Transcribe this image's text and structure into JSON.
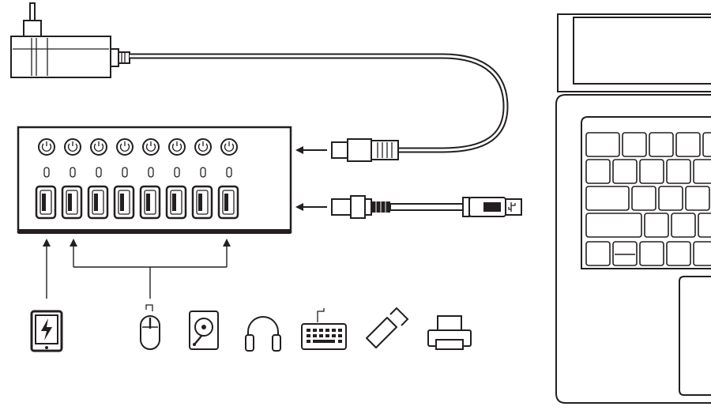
{
  "diagram": {
    "hub": {
      "port_count": 8,
      "power_buttons": 8,
      "indicator_leds": 8
    },
    "icons": {
      "power_adapter": "wall-plug-icon",
      "tablet": "tablet-charging-icon",
      "devices": [
        "mouse-icon",
        "hard-drive-icon",
        "headphones-icon",
        "keyboard-icon",
        "usb-flash-drive-icon",
        "printer-icon"
      ],
      "host": "laptop-icon"
    },
    "connections": [
      {
        "from": "power-adapter",
        "to": "hub-dc-input"
      },
      {
        "from": "laptop-usb-a",
        "to": "hub-usb-b-upstream"
      },
      {
        "from": "hub-port-1",
        "to": "tablet"
      },
      {
        "from": "hub-ports-2-8",
        "to": "devices"
      }
    ],
    "colors": {
      "line": "#231f20",
      "background": "#ffffff"
    }
  }
}
